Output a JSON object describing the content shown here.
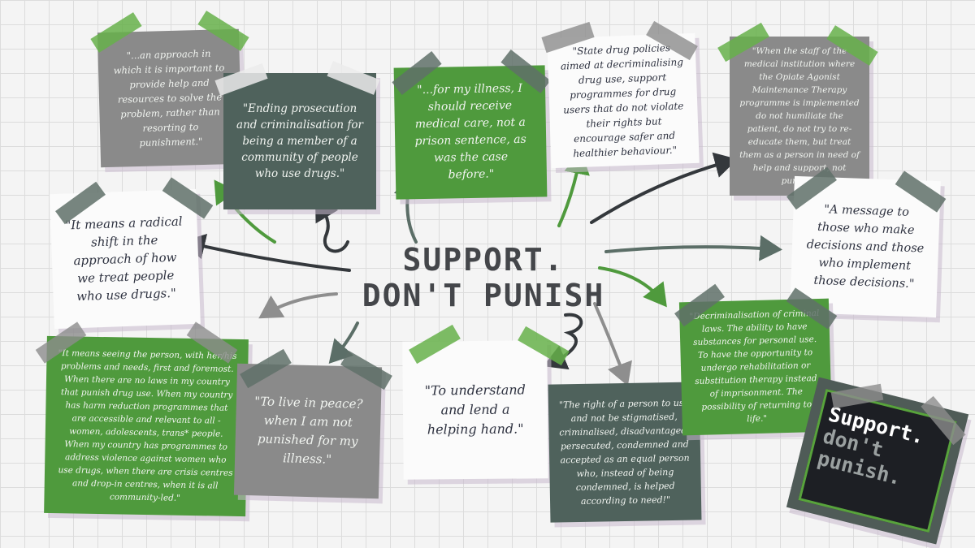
{
  "title": {
    "line1": "SUPPORT.",
    "line2": "DON'T PUNISH"
  },
  "logo": {
    "line1": "Support.",
    "line2": "don't",
    "line3": "punish."
  },
  "notes": [
    {
      "id": "approach",
      "text": "\"...an approach in which it is important to provide help and resources to solve the problem, rather than resorting to punishment.\""
    },
    {
      "id": "ending",
      "text": "\"Ending prosecution and criminalisation for being a member of a community of people who use drugs.\""
    },
    {
      "id": "illness",
      "text": "\"...for my illness, I should receive medical care, not a prison sentence, as was the case before.\""
    },
    {
      "id": "state",
      "text": "\"State drug policies aimed at decriminalising drug use, support programmes for drug users that do not violate their rights but encourage safer and healthier behaviour.\""
    },
    {
      "id": "staff",
      "text": "\"When the staff of the medical institution where the Opiate Agonist Maintenance Therapy programme is implemented do not humiliate the patient, do not try to re-educate them, but treat them as a person in need of help and support, not punish!\""
    },
    {
      "id": "shift",
      "text": "\"It means a radical shift in the approach of how we treat people who use drugs.\""
    },
    {
      "id": "message",
      "text": "\"A message to those who make decisions and those who implement those decisions.\""
    },
    {
      "id": "seeing",
      "text": "\"It means seeing the person, with her/his problems and needs, first and foremost. When there are no laws in my country that punish drug use. When my country has harm reduction programmes that are accessible and relevant to all - women, adolescents, trans* people. When my country has programmes to address violence against women who use drugs, when there are crisis centres and drop-in centres, when it is all community-led.\""
    },
    {
      "id": "peace",
      "text": "\"To live in peace? when I am not punished for my illness.\""
    },
    {
      "id": "understand",
      "text": "\"To understand and lend a helping hand.\""
    },
    {
      "id": "right",
      "text": "\"The right of a person to use and not be stigmatised, criminalised, disadvantaged, persecuted, condemned and accepted as an equal person who, instead of being condemned, is helped according to need!\""
    },
    {
      "id": "decrim",
      "text": "\"Decriminalisation of criminal laws. The ability to have substances for personal use. To have the opportunity to undergo rehabilitation or substitution therapy instead of imprisonment. The possibility of returning to life.\""
    }
  ],
  "colors": {
    "green": "#4f9a3d",
    "grey": "#8a8a8a",
    "slate": "#4f625c",
    "white": "#fbfbfb",
    "text_dark": "#2e3240"
  }
}
